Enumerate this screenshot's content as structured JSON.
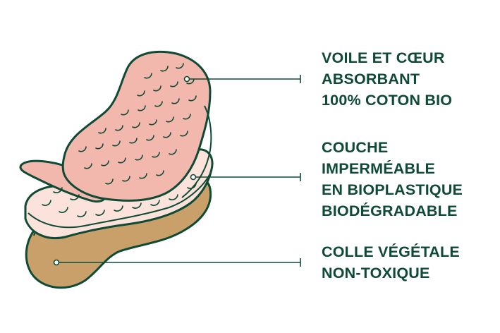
{
  "labels": [
    {
      "lines": [
        "VOILE ET CŒUR",
        "ABSORBANT",
        "100% COTON BIO"
      ]
    },
    {
      "lines": [
        "COUCHE",
        "IMPERMÉABLE",
        "EN BIOPLASTIQUE",
        "BIODÉGRADABLE"
      ]
    },
    {
      "lines": [
        "COLLE VÉGÉTALE",
        "NON-TOXIQUE"
      ]
    }
  ],
  "colors": {
    "outline": "#0f4a35",
    "top_layer": "#f2b7ad",
    "middle_layer": "#fbe3dc",
    "adhesive_layer": "#c9a06a"
  }
}
